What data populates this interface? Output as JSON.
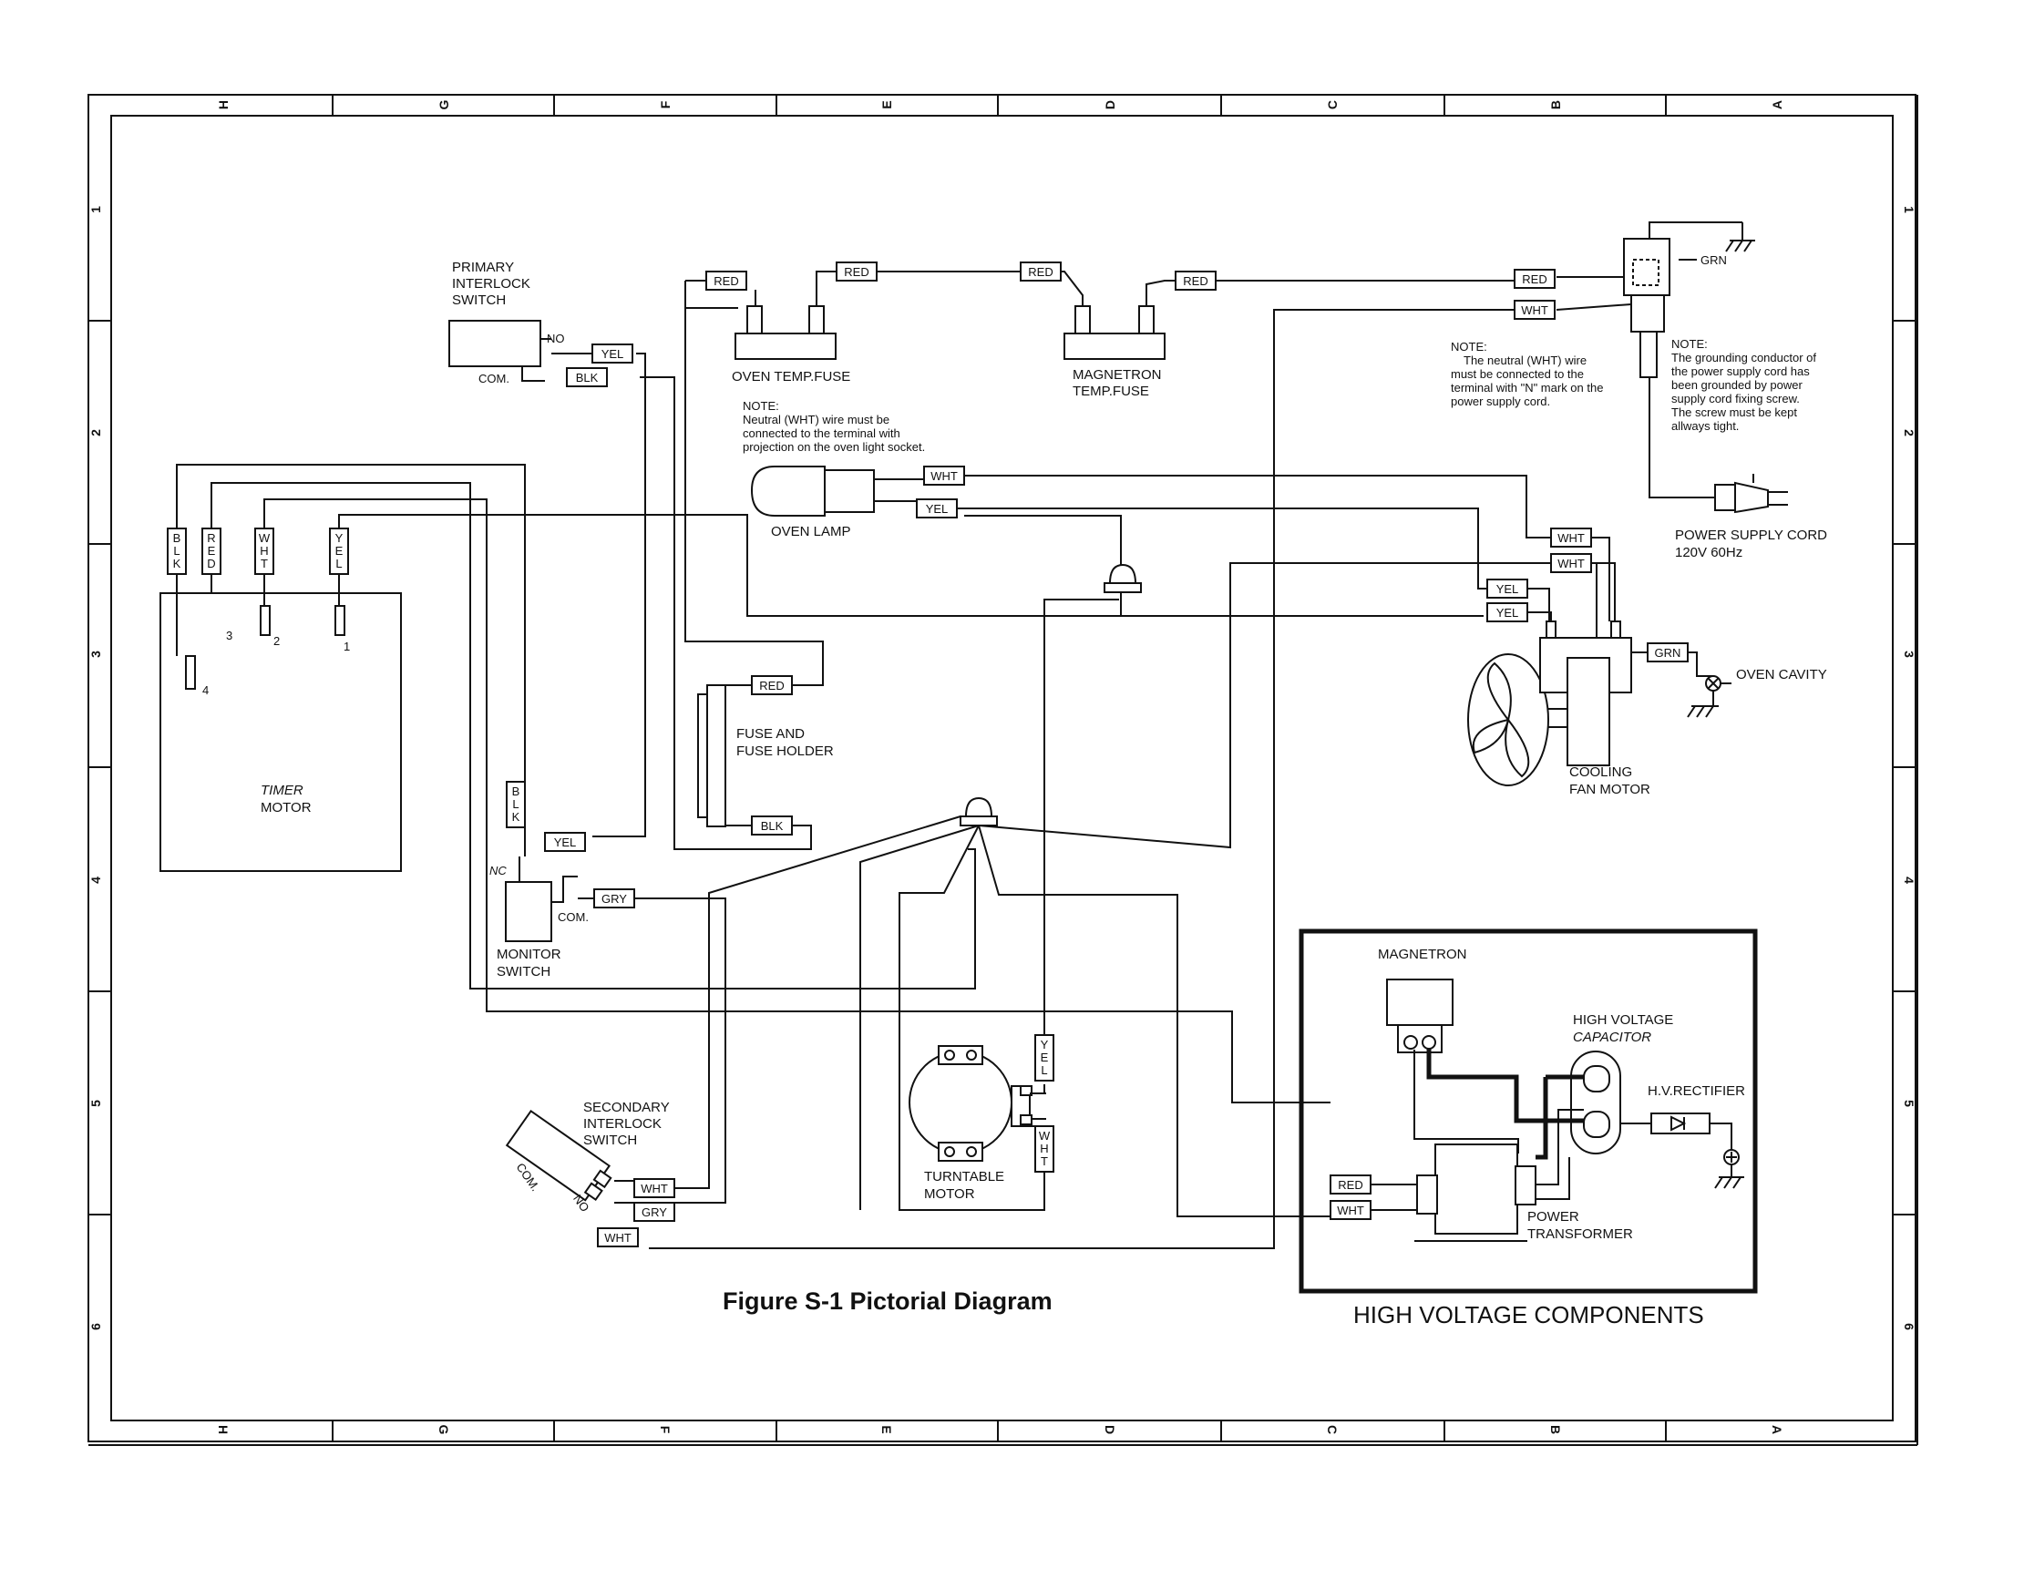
{
  "caption": "Figure S-1 Pictorial Diagram",
  "hv_title": "HIGH VOLTAGE COMPONENTS",
  "grid": {
    "columns": [
      "H",
      "G",
      "F",
      "E",
      "D",
      "C",
      "B",
      "A"
    ],
    "rows": [
      "1",
      "2",
      "3",
      "4",
      "5",
      "6"
    ]
  },
  "labels": {
    "primary_interlock": [
      "PRIMARY",
      "INTERLOCK",
      "SWITCH"
    ],
    "no": "NO",
    "com": "COM.",
    "nc": "NC",
    "oven_temp_fuse": "OVEN TEMP.FUSE",
    "magnetron_temp_fuse": [
      "MAGNETRON",
      "TEMP.FUSE"
    ],
    "oven_lamp": "OVEN LAMP",
    "fuse_holder": [
      "FUSE AND",
      "FUSE HOLDER"
    ],
    "timer_motor": [
      "TIMER",
      "MOTOR"
    ],
    "monitor_switch": [
      "MONITOR",
      "SWITCH"
    ],
    "secondary_interlock": [
      "SECONDARY",
      "INTERLOCK",
      "SWITCH"
    ],
    "turntable_motor": [
      "TURNTABLE",
      "MOTOR"
    ],
    "cooling_fan_motor": [
      "COOLING",
      "FAN MOTOR"
    ],
    "oven_cavity": "OVEN CAVITY",
    "power_supply_cord": [
      "POWER SUPPLY CORD",
      "120V 60Hz"
    ],
    "magnetron": "MAGNETRON",
    "hv_capacitor": [
      "HIGH VOLTAGE",
      "CAPACITOR"
    ],
    "hv_rectifier": "H.V.RECTIFIER",
    "power_transformer": [
      "POWER",
      "TRANSFORMER"
    ],
    "grn": "GRN",
    "timer_terminals": [
      "1",
      "2",
      "3",
      "4"
    ]
  },
  "notes": {
    "lamp_note": [
      "NOTE:",
      "Neutral (WHT) wire must be",
      "connected to the terminal with",
      "projection on the oven light socket."
    ],
    "neutral_note": [
      "NOTE:",
      "The neutral (WHT) wire",
      "must be connected to the",
      "terminal with \"N\" mark on the",
      "power supply cord."
    ],
    "ground_note": [
      "NOTE:",
      "The grounding conductor of",
      "the power supply cord has",
      "been grounded by power",
      "supply cord fixing screw.",
      "The screw must be kept",
      "allways tight."
    ]
  },
  "wire_tags": {
    "red_fuse_left": "RED",
    "red_fuse_right": "RED",
    "red_mag_left": "RED",
    "red_mag_right": "RED",
    "red_cord": "RED",
    "wht_cord": "WHT",
    "yel_primary": "YEL",
    "blk_primary": "BLK",
    "wht_lamp": "WHT",
    "yel_lamp": "YEL",
    "wht_fan_1": "WHT",
    "wht_fan_2": "WHT",
    "yel_fan_1": "YEL",
    "yel_fan_2": "YEL",
    "grn_cavity": "GRN",
    "red_fuseholder": "RED",
    "blk_fuseholder": "BLK",
    "yel_monitor": "YEL",
    "gry_monitor": "GRY",
    "wht_sec_1": "WHT",
    "gry_sec": "GRY",
    "wht_sec_2": "WHT",
    "red_transformer": "RED",
    "wht_transformer": "WHT",
    "v_blk_timer": "BLK",
    "v_red_timer": "RED",
    "v_wht_timer": "WHT",
    "v_yel_timer": "YEL",
    "v_blk_monitor": "BLK",
    "v_yel_turntable": "YEL",
    "v_wht_turntable": "WHT"
  },
  "colors": {
    "line": "#111111",
    "background": "#ffffff"
  }
}
